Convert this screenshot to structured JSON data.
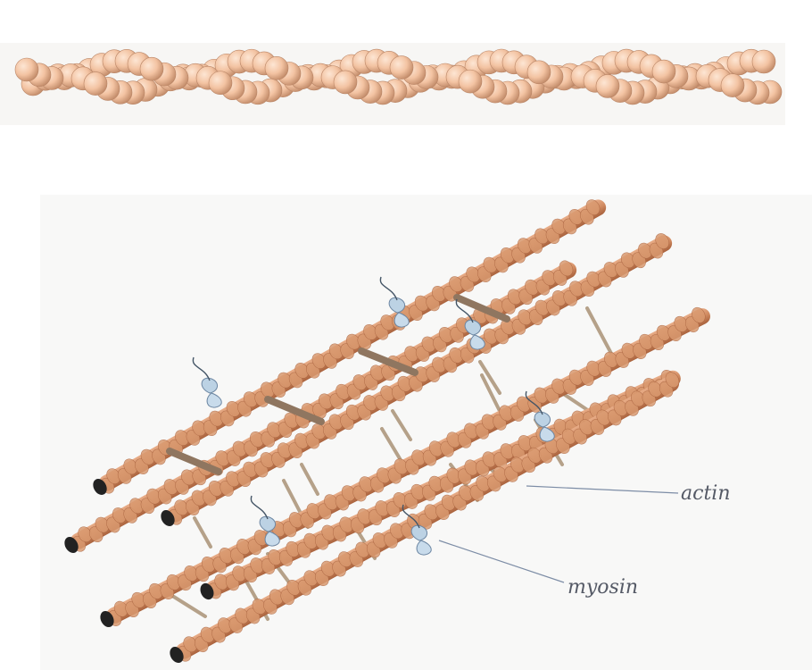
{
  "labels": {
    "actin": "actin",
    "myosin": "myosin"
  },
  "colors": {
    "bead_light": "#f6cdb1",
    "bead_dark": "#c08a6a",
    "filament_light": "#e0a27d",
    "filament_dark": "#b87049",
    "rod": "#9c8268",
    "myosin_head": "#bcd2e4",
    "pointer": "#7d8da6"
  },
  "icons": {
    "filament_end": "dark-circle",
    "myosin_head": "blue-leaf"
  }
}
